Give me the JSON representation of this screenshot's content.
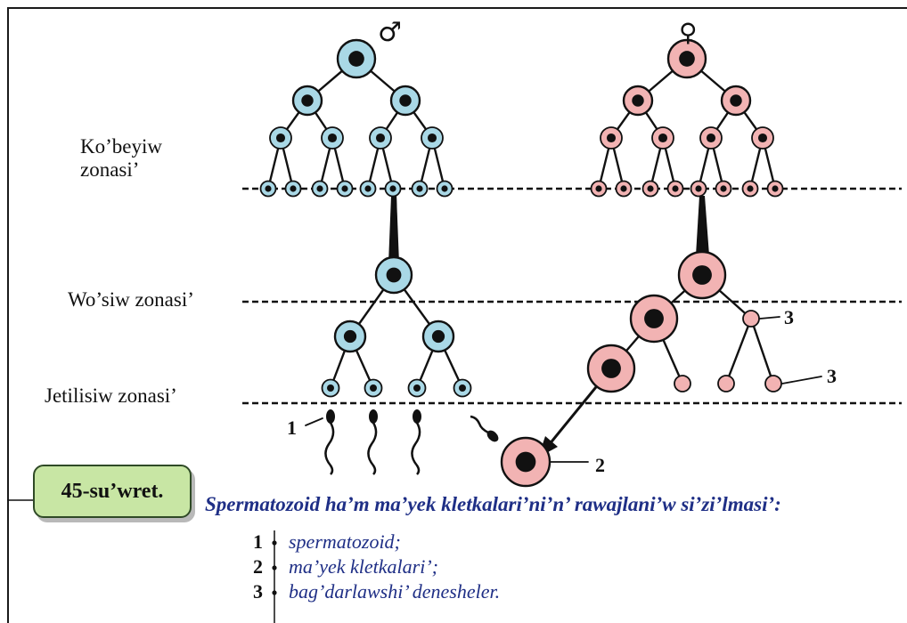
{
  "figure": {
    "male_symbol": "♂",
    "female_symbol": "♀",
    "zones": {
      "proliferation": "Ko’beyiw\nzonasi’",
      "growth": "Wo’siw zonasi’",
      "maturation": "Jetilisiw zonasi’"
    },
    "callouts": {
      "spermatozoid": "1",
      "egg_cell": "2",
      "polar_body_upper": "3",
      "polar_body_lower": "3"
    },
    "badge": "45-su’wret.",
    "caption": "Spermatozoid ha’m ma’yek kletkalari’ni’n’ rawajlani’w si’zi’lmasi’:",
    "legend": [
      {
        "num": "1",
        "text": "spermatozoid;"
      },
      {
        "num": "2",
        "text": "ma’yek kletkalari’;"
      },
      {
        "num": "3",
        "text": "bag’darlawshi’ denesheler."
      }
    ],
    "colors": {
      "male_cell": "#a9d8e6",
      "female_cell": "#f2b3b3",
      "nucleus": "#111111",
      "badge_fill": "#c8e6a4",
      "caption_text": "#1f2f86"
    }
  }
}
